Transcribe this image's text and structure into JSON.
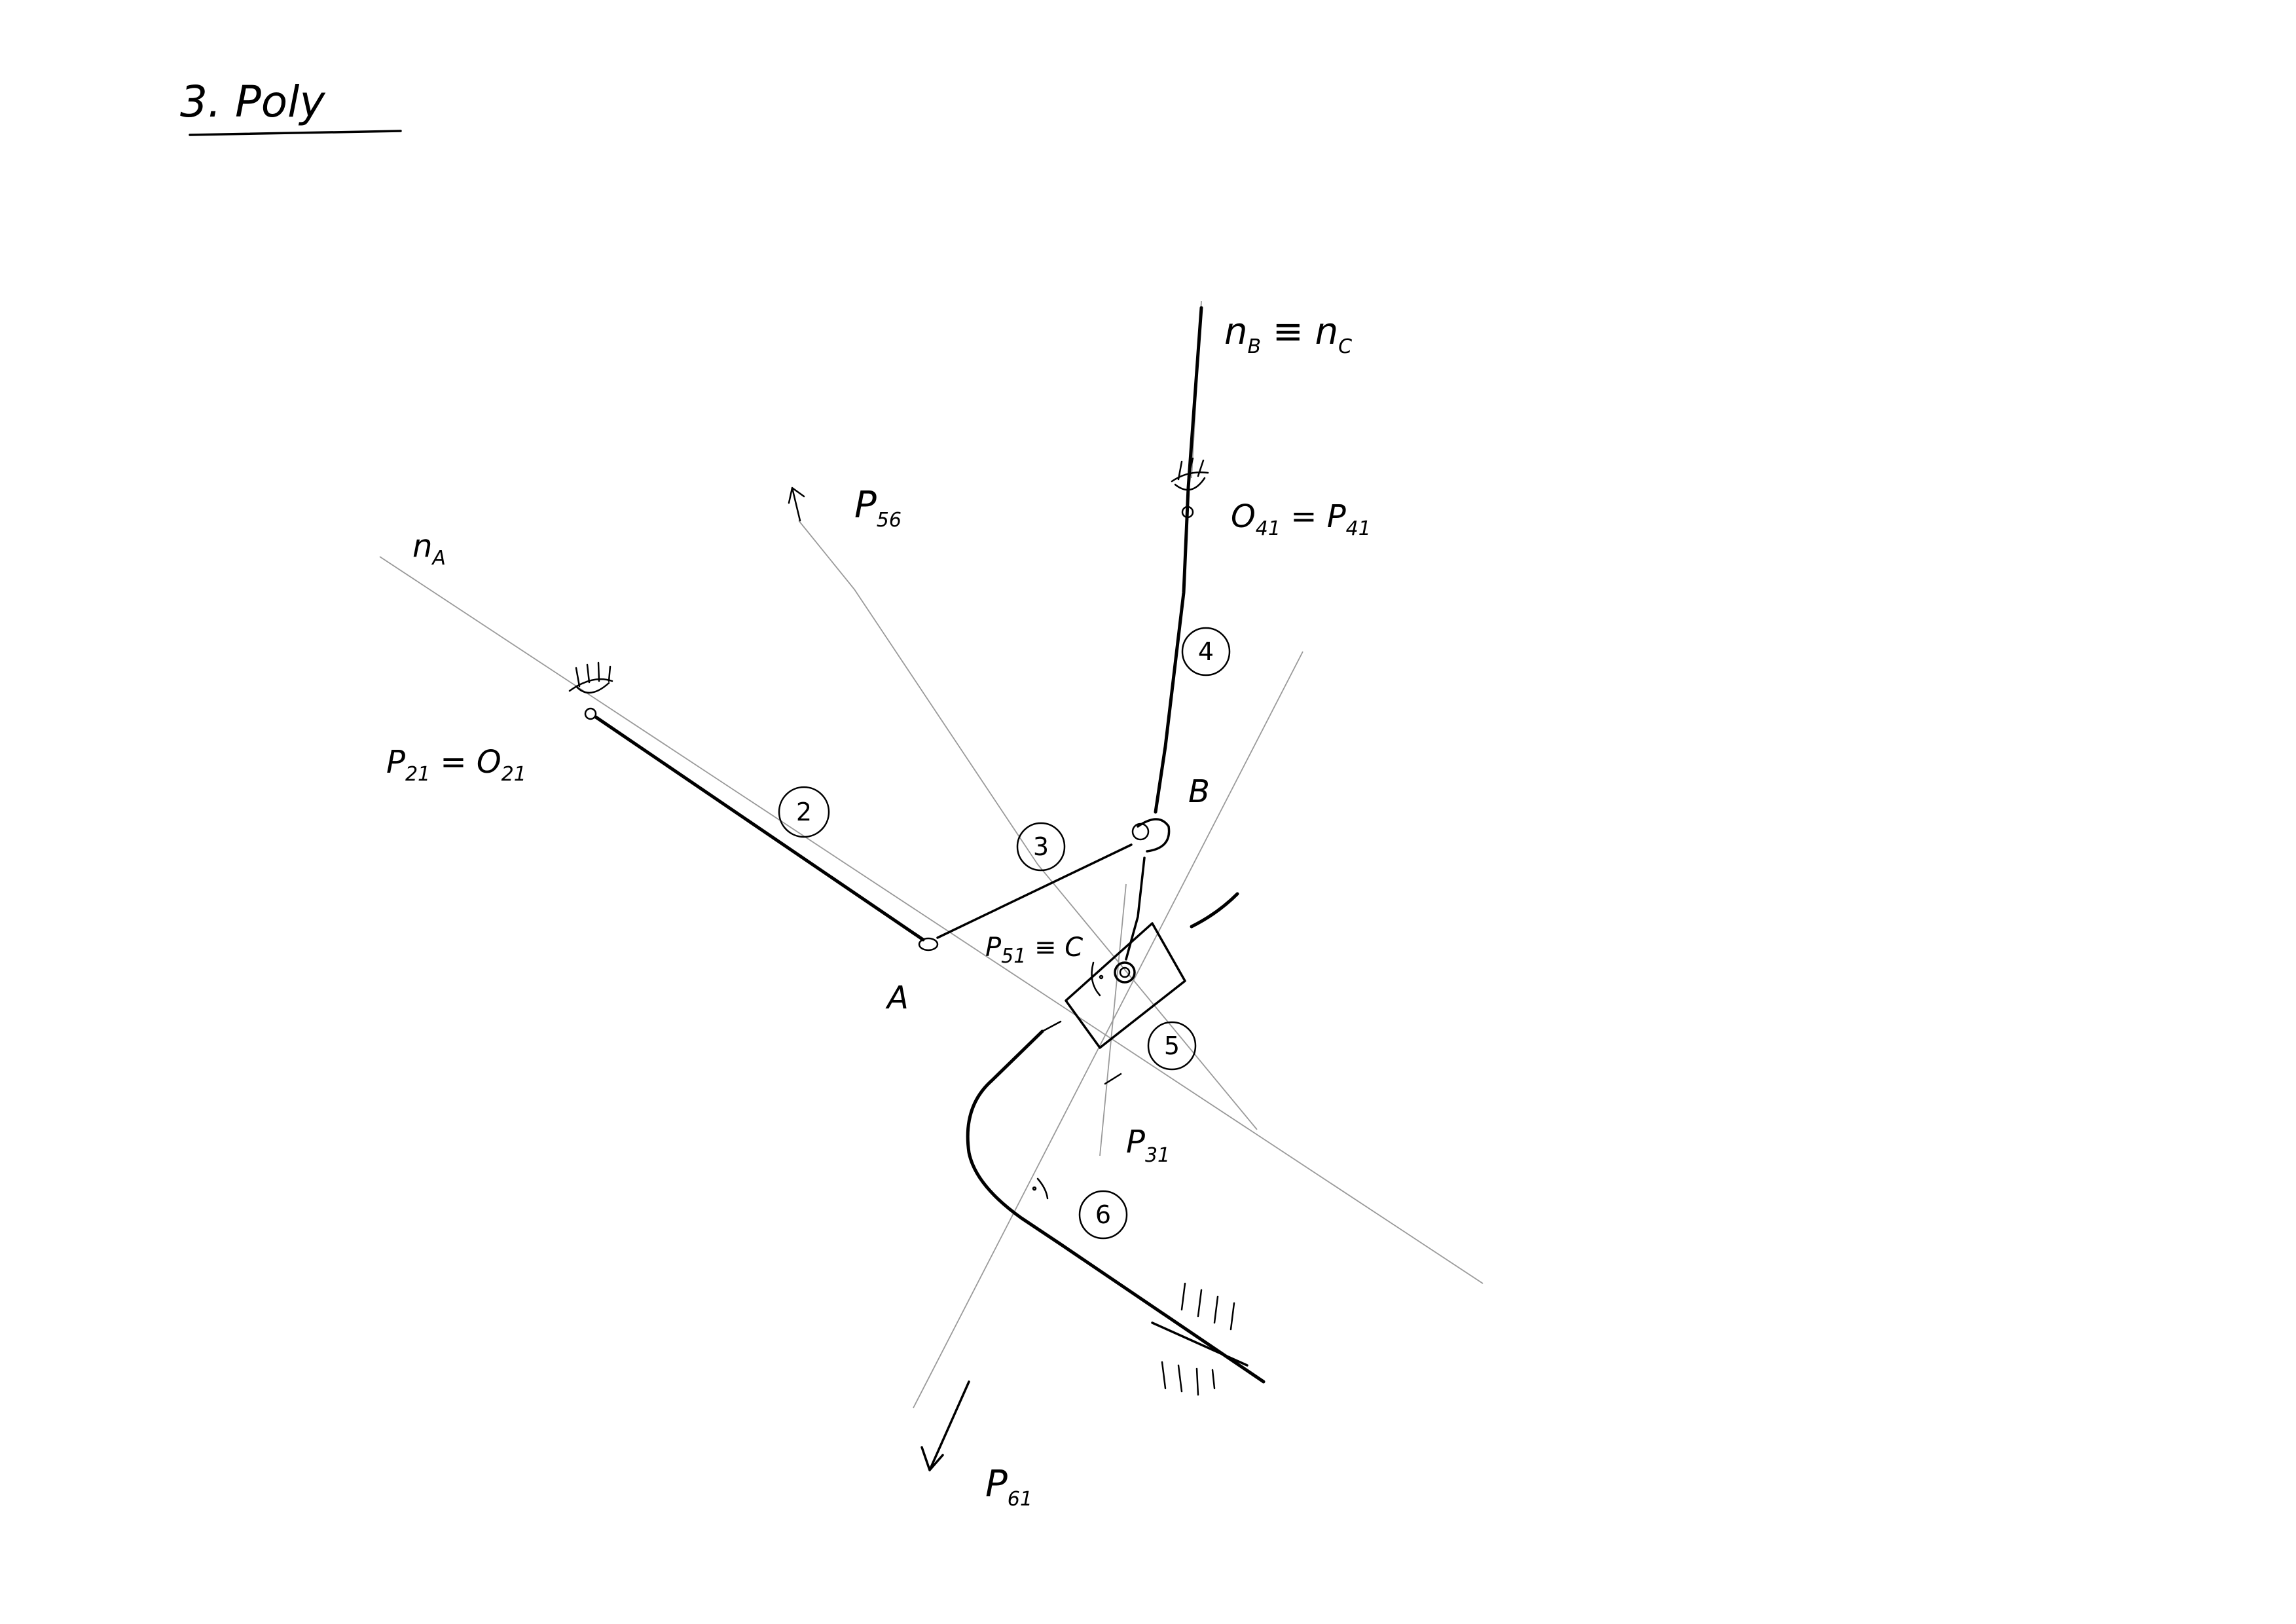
{
  "title": "3. Poly",
  "colors": {
    "ink": "#000000",
    "construction": "#9a9a9a",
    "background": "#ffffff"
  },
  "labels": {
    "nA": {
      "main": "n",
      "sub": "A"
    },
    "nB_nC": {
      "main": "n",
      "sub1": "B",
      "eq": " ≡ n",
      "sub2": "C"
    },
    "P56": {
      "main": "P",
      "sub": "56"
    },
    "O41_P41": {
      "main": "O",
      "sub1": "41",
      "eq": " = P",
      "sub2": "41"
    },
    "P21_O21": {
      "main": "P",
      "sub1": "21",
      "eq": " = O",
      "sub2": "21"
    },
    "B": "B",
    "A": "A",
    "P51_C": {
      "main": "P",
      "sub": "51",
      "eq": " ≡ C"
    },
    "P31": {
      "main": "P",
      "sub": "31"
    },
    "P61": {
      "main": "P",
      "sub": "61"
    }
  },
  "links": [
    "2",
    "3",
    "4",
    "5",
    "6"
  ]
}
